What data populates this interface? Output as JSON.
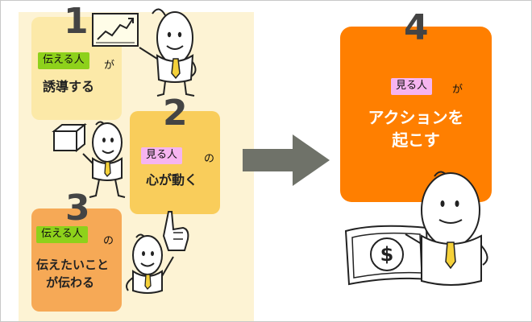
{
  "steps": [
    {
      "number": "1",
      "tag": "伝える人",
      "particle": "が",
      "lines": [
        "誘導する"
      ]
    },
    {
      "number": "2",
      "tag": "見る人",
      "particle": "の",
      "lines": [
        "心が動く"
      ]
    },
    {
      "number": "3",
      "tag": "伝える人",
      "particle": "の",
      "lines": [
        "伝えたいこと",
        "が伝わる"
      ]
    },
    {
      "number": "4",
      "tag": "見る人",
      "particle": "が",
      "lines": [
        "アクションを",
        "起こす"
      ]
    }
  ],
  "colors": {
    "left_panel": "#fdf3d4",
    "step1_box": "#fce9a8",
    "step2_box": "#f9cd5b",
    "step3_box": "#f6a956",
    "step4_box": "#ff7f00",
    "tag_green": "#8ed11b",
    "tag_pink": "#f6b4f0",
    "arrow": "#6f7269"
  },
  "icons": [
    "chart-board-icon",
    "box-icon",
    "pointing-hand-icon",
    "dollar-bill-icon",
    "dollar-sign-icon"
  ]
}
